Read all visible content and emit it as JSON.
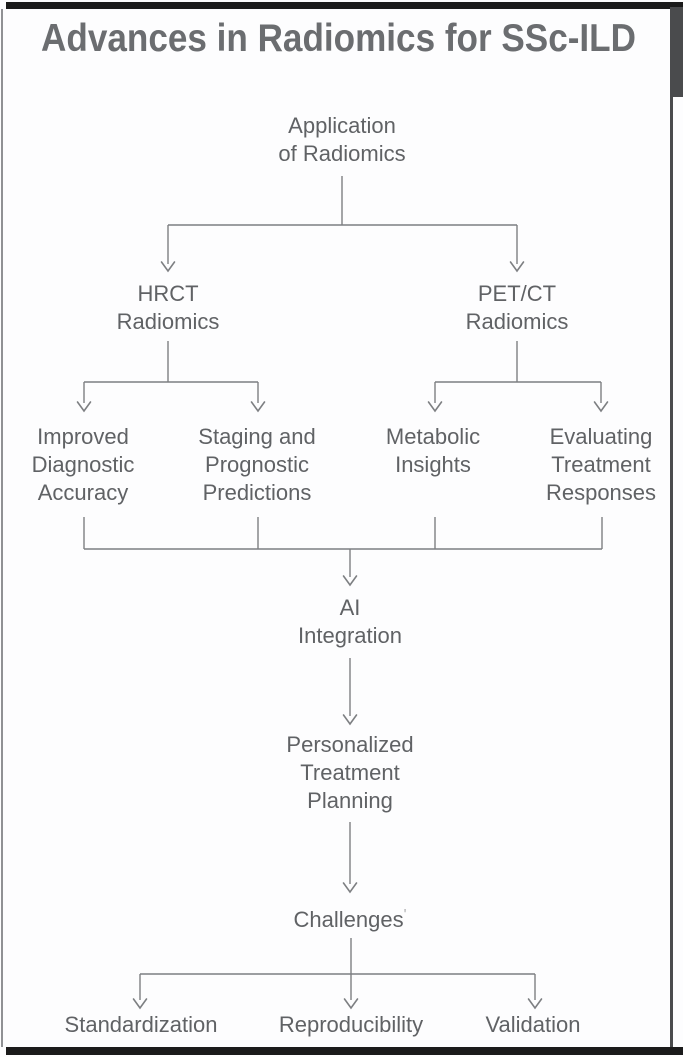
{
  "title": "Advances in Radiomics for SSc-ILD",
  "colors": {
    "background": "#fdfdfe",
    "title_text": "#6b6d70",
    "node_text": "#606265",
    "connector": "#7d7f82",
    "frame_dark": "#1b1b1b",
    "frame_side": "#4a4b4d",
    "frame_left_line": "#909194"
  },
  "nodes": {
    "application": "Application\nof Radiomics",
    "hrct": "HRCT\nRadiomics",
    "petct": "PET/CT\nRadiomics",
    "improved_diagnostic": "Improved\nDiagnostic\nAccuracy",
    "staging_prognostic": "Staging and\nPrognostic\nPredictions",
    "metabolic": "Metabolic\nInsights",
    "evaluating": "Evaluating\nTreatment\nResponses",
    "ai": "AI\nIntegration",
    "personalized": "Personalized\nTreatment\nPlanning",
    "challenges": "Challenges",
    "challenges_mark": "'",
    "standardization": "Standardization",
    "reproducibility": "Reproducibility",
    "validation": "Validation"
  }
}
